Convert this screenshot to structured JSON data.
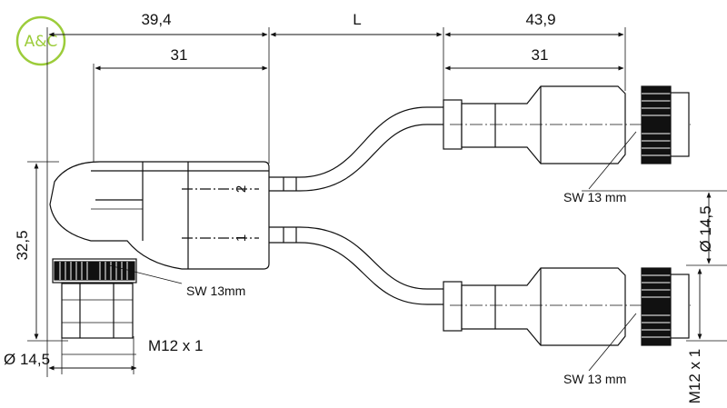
{
  "logo": {
    "text": "A&C",
    "color": "#9ccc3a"
  },
  "dimensions": {
    "top_left": "39,4",
    "top_middle": "L",
    "top_right": "43,9",
    "left_body_length": "31",
    "right_body_length": "31",
    "left_height": "32,5",
    "left_diameter": "Ø 14,5",
    "left_thread": "M12 x 1",
    "right_diameter": "Ø 14,5",
    "right_thread": "M12 x 1"
  },
  "labels": {
    "wrench_left": "SW 13mm",
    "wrench_right_top": "SW 13 mm",
    "wrench_right_bottom": "SW 13 mm",
    "port_1": "1",
    "port_2": "2"
  },
  "colors": {
    "line": "#111111",
    "body_fill": "#ffffff",
    "knurl": "#111111"
  }
}
